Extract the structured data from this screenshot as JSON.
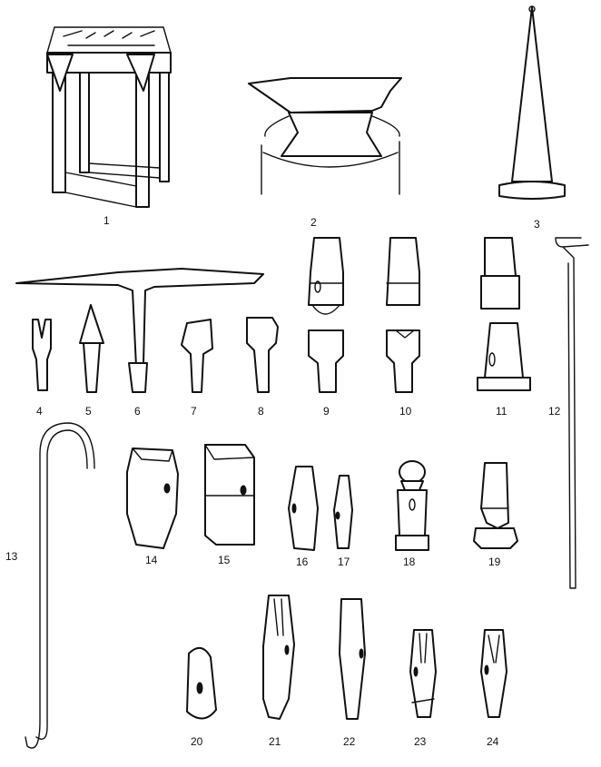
{
  "figure": {
    "labels": {
      "n1": "1",
      "n2": "2",
      "n3": "3",
      "n4": "4",
      "n5": "5",
      "n6": "6",
      "n7": "7",
      "n8": "8",
      "n9": "9",
      "n10": "10",
      "n11": "11",
      "n12": "12",
      "n13": "13",
      "n14": "14",
      "n15": "15",
      "n16": "16",
      "n17": "17",
      "n18": "18",
      "n19": "19",
      "n20": "20",
      "n21": "21",
      "n22": "22",
      "n23": "23",
      "n24": "24"
    },
    "line_color": "#111111",
    "background": "#ffffff"
  }
}
